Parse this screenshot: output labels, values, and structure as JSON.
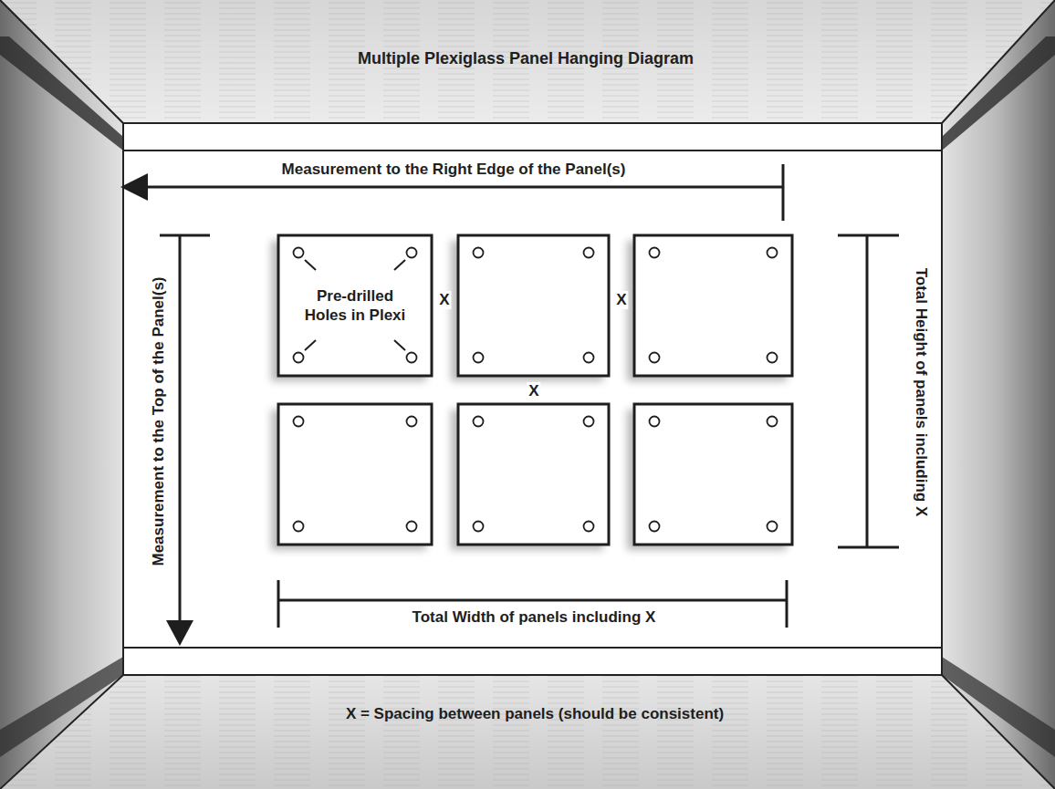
{
  "diagram": {
    "title": "Multiple Plexiglass Panel Hanging Diagram",
    "caption": "X = Spacing between panels (should be consistent)",
    "nodes": [
      {
        "text": [
          "Pre-drilled Holes in Plexi"
        ]
      }
    ],
    "labels": [
      "Measurement to the Right Edge of the Panel(s)",
      "Measurement to the Top of the Panel(s)",
      "X",
      "X",
      "X",
      "Total Height of panels including X",
      "Total Width of panels including X"
    ]
  }
}
